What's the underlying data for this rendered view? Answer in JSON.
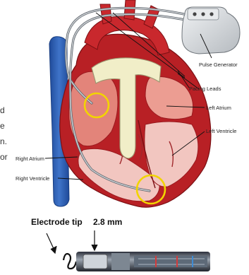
{
  "labels": {
    "pulse_generator": "Pulse Generator",
    "pacing_leads": "Pacing Leads",
    "left_atrium": "Left Atrium",
    "left_ventricle": "Left Ventricle",
    "right_atrium": "Right Atrium",
    "right_ventricle": "Right Ventricle"
  },
  "clipped_text": [
    "d",
    "e",
    "n.",
    "or"
  ],
  "electrode": {
    "tip_label": "Electrode tip",
    "size_label": "2.8 mm"
  },
  "colors": {
    "heart_outer": "#b82025",
    "heart_wall": "#d93a3a",
    "heart_chamber": "#f2c6c0",
    "aorta": "#f1eec8",
    "vena_cava": "#2d5db0",
    "lead_wire": "#9aa0a6",
    "highlight_circle": "#f2d400",
    "generator": "#d7dadd"
  }
}
